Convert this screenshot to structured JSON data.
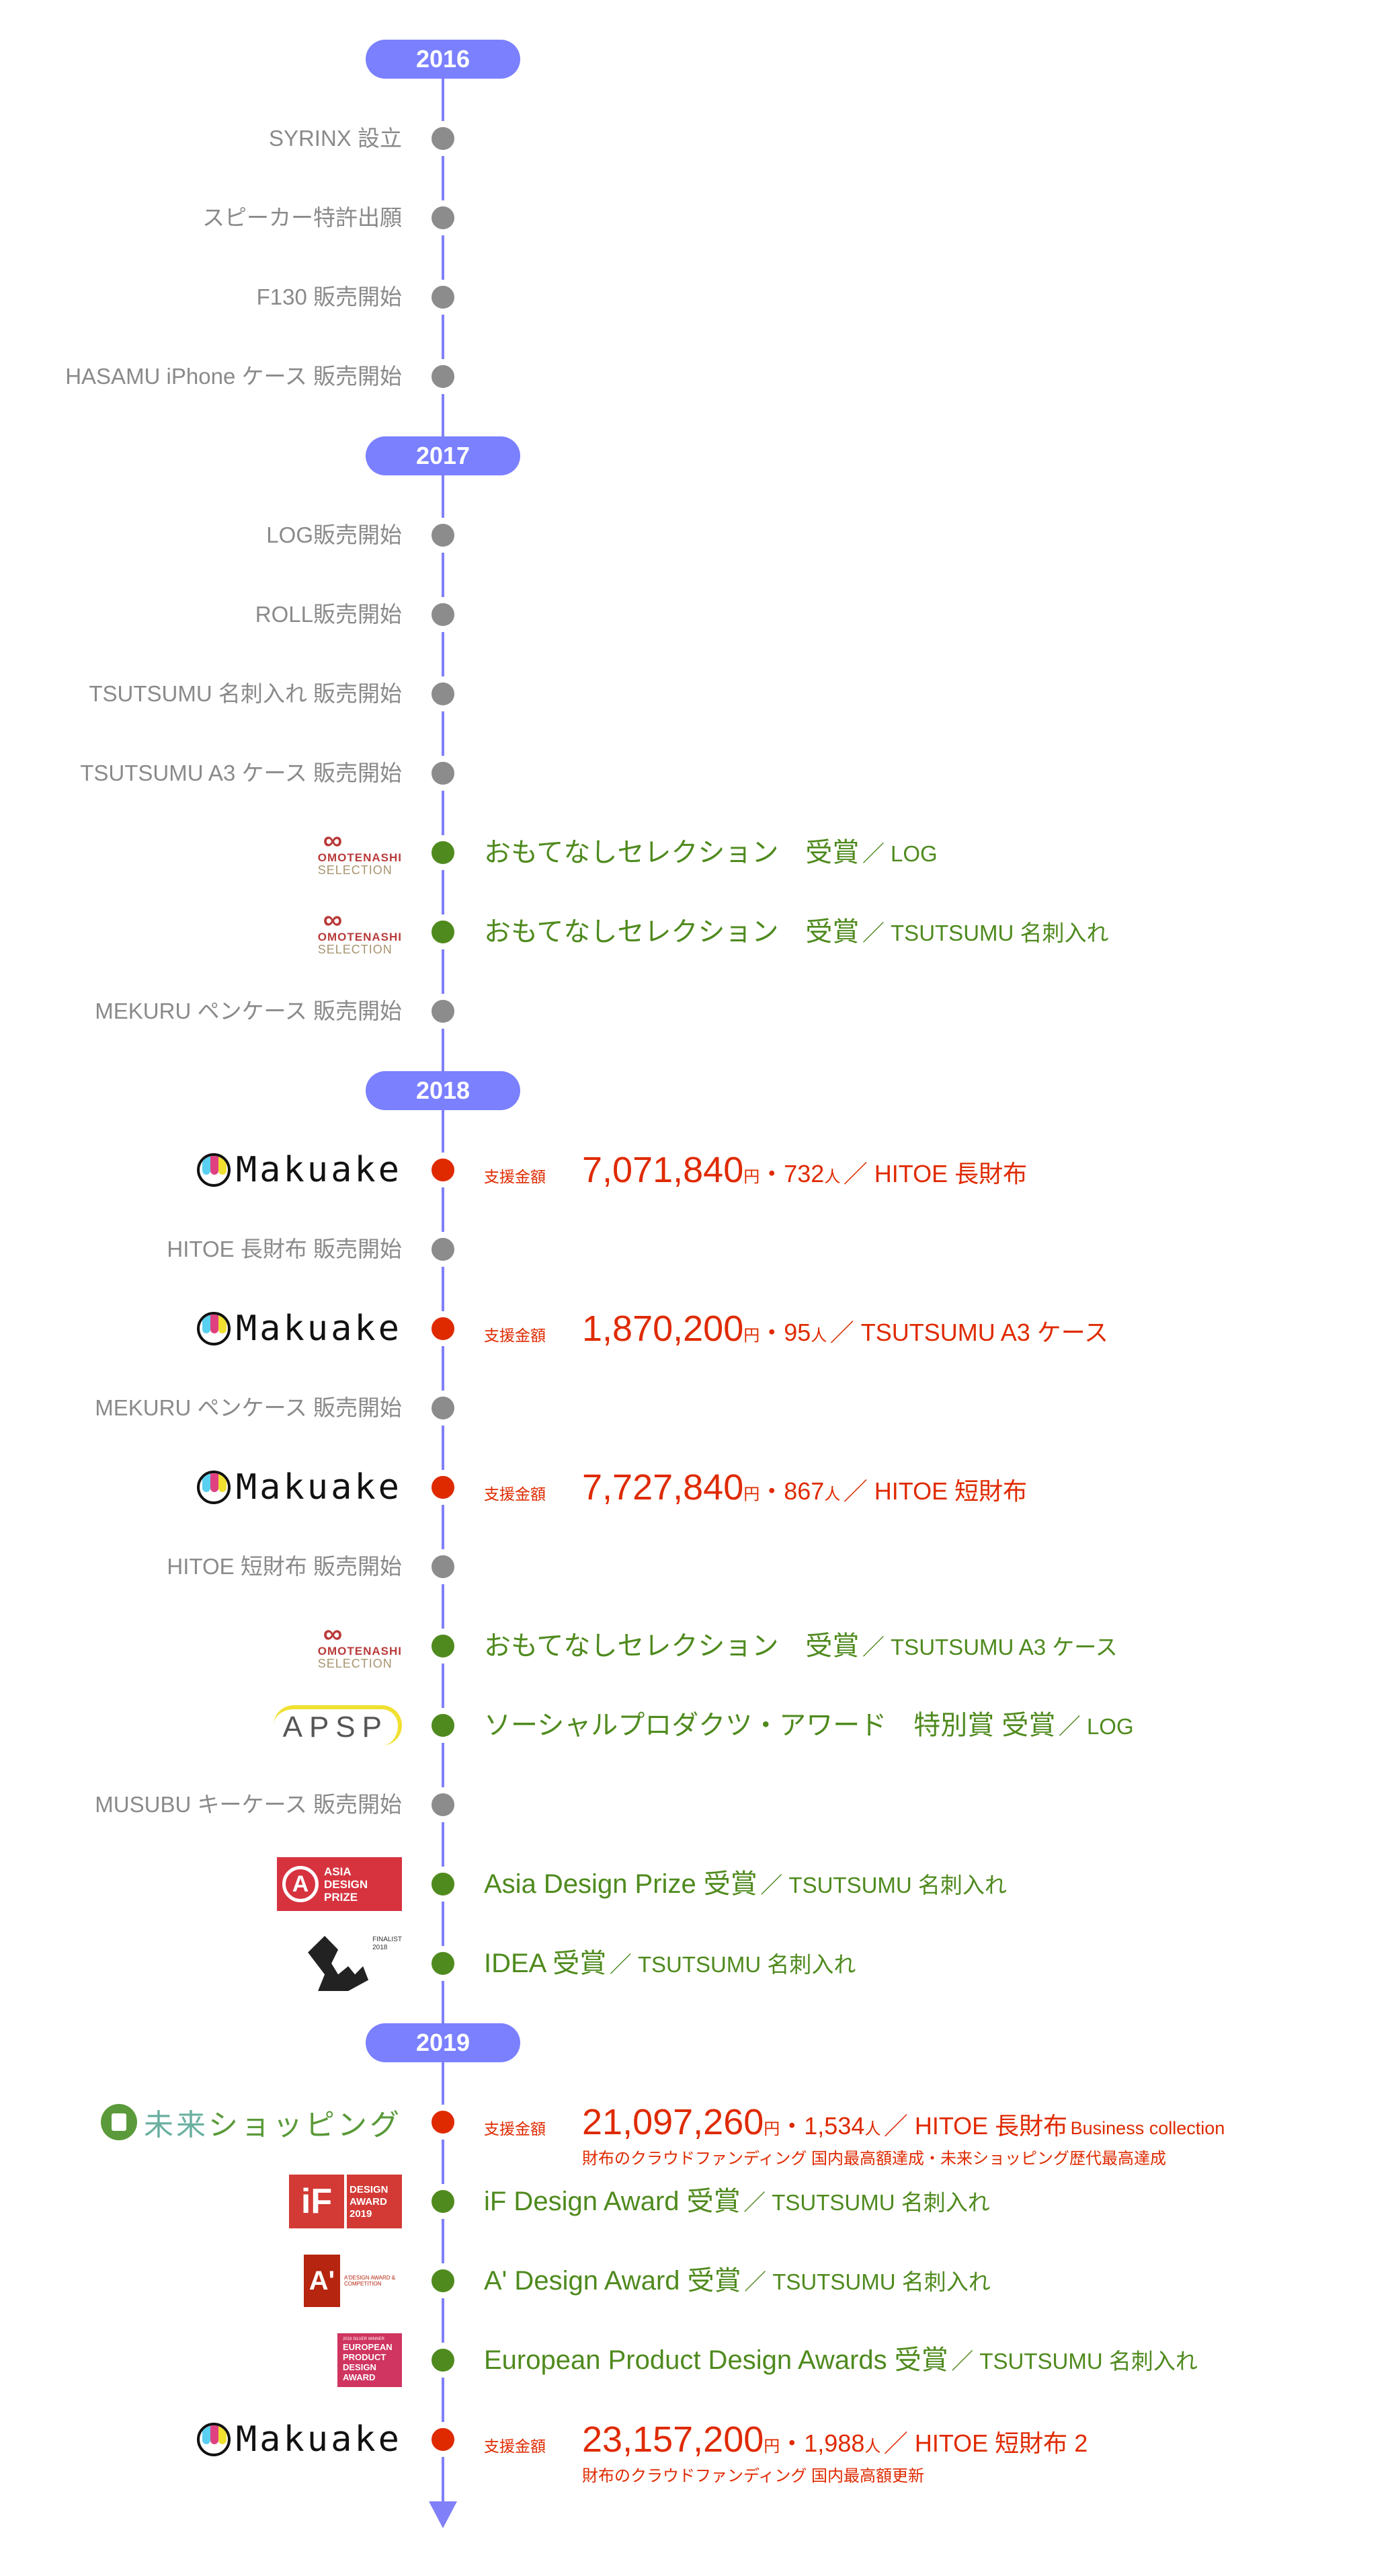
{
  "colors": {
    "accent": "#7b80ff",
    "line": "#8080f8",
    "event": "#8c8c8c",
    "award": "#4f8a1e",
    "funding": "#df2a00"
  },
  "logos": {
    "makuake": "Makuake",
    "omotenashi": {
      "line1": "OMOTENASHI",
      "line2": "SELECTION"
    },
    "apsp": "APSP",
    "asia_design_prize": {
      "mark": "A",
      "lines": [
        "ASIA",
        "DESIGN",
        "PRIZE"
      ]
    },
    "idea": {
      "lines": [
        "FINALIST",
        "2018"
      ]
    },
    "mirai": {
      "a": "未来",
      "b": "ショッピング"
    },
    "if_award": {
      "mark": "iF",
      "lines": [
        "DESIGN",
        "AWARD",
        "2019"
      ]
    },
    "a_design": {
      "mark": "A'",
      "text": "A'DESIGN AWARD & COMPETITION"
    },
    "epda": {
      "top": "2019 SILVER WINNER",
      "lines": [
        "EUROPEAN",
        "PRODUCT",
        "DESIGN",
        "AWARD"
      ]
    }
  },
  "timeline": [
    {
      "type": "year",
      "label": "2016"
    },
    {
      "type": "event",
      "text": "SYRINX 設立"
    },
    {
      "type": "event",
      "text": "スピーカー特許出願"
    },
    {
      "type": "event",
      "text": "F130 販売開始"
    },
    {
      "type": "event",
      "text": "HASAMU iPhone ケース 販売開始"
    },
    {
      "type": "year",
      "label": "2017"
    },
    {
      "type": "event",
      "text": "LOG販売開始"
    },
    {
      "type": "event",
      "text": "ROLL販売開始"
    },
    {
      "type": "event",
      "text": "TSUTSUMU 名刺入れ 販売開始"
    },
    {
      "type": "event",
      "text": "TSUTSUMU A3 ケース 販売開始"
    },
    {
      "type": "award",
      "logo": "omotenashi",
      "title": "おもてなしセレクション　受賞",
      "product": "／ LOG"
    },
    {
      "type": "award",
      "logo": "omotenashi",
      "title": "おもてなしセレクション　受賞",
      "product": "／ TSUTSUMU 名刺入れ"
    },
    {
      "type": "event",
      "text": "MEKURU ペンケース 販売開始"
    },
    {
      "type": "year",
      "label": "2018"
    },
    {
      "type": "funding",
      "logo": "makuake",
      "label": "支援金額",
      "amount": "7,071,840",
      "yen": "円",
      "sep": "・",
      "backers": "732",
      "people": "人",
      "product": "／ HITOE 長財布"
    },
    {
      "type": "event",
      "text": "HITOE 長財布 販売開始"
    },
    {
      "type": "funding",
      "logo": "makuake",
      "label": "支援金額",
      "amount": "1,870,200",
      "yen": "円",
      "sep": "・",
      "backers": "95",
      "people": "人",
      "product": "／ TSUTSUMU A3 ケース"
    },
    {
      "type": "event",
      "text": "MEKURU ペンケース 販売開始"
    },
    {
      "type": "funding",
      "logo": "makuake",
      "label": "支援金額",
      "amount": "7,727,840",
      "yen": "円",
      "sep": "・",
      "backers": "867",
      "people": "人",
      "product": "／ HITOE 短財布"
    },
    {
      "type": "event",
      "text": "HITOE 短財布 販売開始"
    },
    {
      "type": "award",
      "logo": "omotenashi",
      "title": "おもてなしセレクション　受賞",
      "product": "／ TSUTSUMU A3 ケース"
    },
    {
      "type": "award",
      "logo": "apsp",
      "title": "ソーシャルプロダクツ・アワード　特別賞 受賞",
      "product": "／ LOG"
    },
    {
      "type": "event",
      "text": "MUSUBU キーケース 販売開始"
    },
    {
      "type": "award",
      "logo": "asia_design_prize",
      "title": "Asia Design Prize 受賞",
      "product": "／ TSUTSUMU 名刺入れ"
    },
    {
      "type": "award",
      "logo": "idea",
      "title": "IDEA 受賞",
      "product": "／ TSUTSUMU 名刺入れ"
    },
    {
      "type": "year",
      "label": "2019"
    },
    {
      "type": "funding",
      "logo": "mirai",
      "label": "支援金額",
      "amount": "21,097,260",
      "yen": "円",
      "sep": "・",
      "backers": "1,534",
      "people": "人",
      "product": "／ HITOE 長財布",
      "extra": "Business collection",
      "note": "財布のクラウドファンディング 国内最高額達成・未来ショッピング歴代最高達成"
    },
    {
      "type": "award",
      "logo": "if_award",
      "title": "iF Design Award 受賞",
      "product": "／ TSUTSUMU 名刺入れ"
    },
    {
      "type": "award",
      "logo": "a_design",
      "title": "A' Design Award 受賞",
      "product": "／ TSUTSUMU 名刺入れ"
    },
    {
      "type": "award",
      "logo": "epda",
      "title": "European Product Design Awards 受賞",
      "product": "／ TSUTSUMU 名刺入れ"
    },
    {
      "type": "funding",
      "logo": "makuake",
      "label": "支援金額",
      "amount": "23,157,200",
      "yen": "円",
      "sep": "・",
      "backers": "1,988",
      "people": "人",
      "product": "／ HITOE 短財布 2",
      "note": "財布のクラウドファンディング 国内最高額更新"
    }
  ]
}
